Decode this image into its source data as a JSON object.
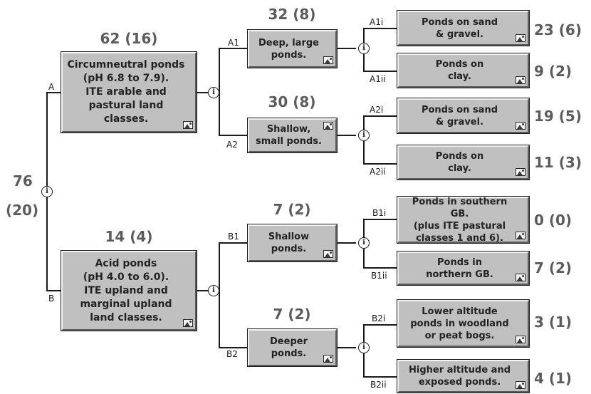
{
  "root": {
    "count": "76",
    "count_sub": "(20)",
    "info_glyph": "i"
  },
  "A": {
    "branch": "A",
    "count": "62 (16)",
    "text": "Circumneutral ponds\n(pH 6.8 to 7.9).\nITE arable and\npastural land\nclasses.",
    "A1": {
      "branch": "A1",
      "count": "32 (8)",
      "text": "Deep, large\nponds.",
      "A1i": {
        "branch": "A1i",
        "text": "Ponds on sand\n& gravel.",
        "count": "23 (6)"
      },
      "A1ii": {
        "branch": "A1ii",
        "text": "Ponds on\nclay.",
        "count": "9 (2)"
      }
    },
    "A2": {
      "branch": "A2",
      "count": "30 (8)",
      "text": "Shallow,\nsmall ponds.",
      "A2i": {
        "branch": "A2i",
        "text": "Ponds on sand\n& gravel.",
        "count": "19 (5)"
      },
      "A2ii": {
        "branch": "A2ii",
        "text": "Ponds on\nclay.",
        "count": "11 (3)"
      }
    }
  },
  "B": {
    "branch": "B",
    "count": "14 (4)",
    "text": "Acid ponds\n(pH 4.0 to 6.0).\nITE upland and\nmarginal upland\nland classes.",
    "B1": {
      "branch": "B1",
      "count": "7 (2)",
      "text": "Shallow\nponds.",
      "B1i": {
        "branch": "B1i",
        "text": "Ponds in southern GB.\n(plus ITE pastural\nclasses 1 and 6).",
        "count": "0 (0)"
      },
      "B1ii": {
        "branch": "B1ii",
        "text": "Ponds in\nnorthern GB.",
        "count": "7 (2)"
      }
    },
    "B2": {
      "branch": "B2",
      "count": "7 (2)",
      "text": "Deeper\nponds.",
      "B2i": {
        "branch": "B2i",
        "text": "Lower altitude\nponds in woodland\nor peat bogs.",
        "count": "3 (1)"
      },
      "B2ii": {
        "branch": "B2ii",
        "text": "Higher altitude and\nexposed ponds.",
        "count": "4 (1)"
      }
    }
  },
  "colors": {
    "box_fill": "#c0c0c0",
    "box_text": "#232323",
    "count_text": "#5c5c5c",
    "wire": "#1a1a1a",
    "background": "#ffffff"
  },
  "icons": {
    "node_info": "info-icon",
    "box_picture": "picture-icon"
  }
}
